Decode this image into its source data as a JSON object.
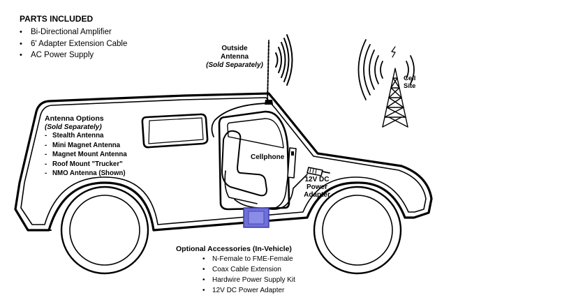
{
  "parts_included": {
    "title": "PARTS INCLUDED",
    "items": [
      "Bi-Directional Amplifier",
      "6' Adapter Extension Cable",
      "AC Power Supply"
    ]
  },
  "antenna_options": {
    "title": "Antenna Options",
    "subtitle": "(Sold Separately)",
    "items": [
      "Stealth Antenna",
      "Mini Magnet Antenna",
      "Magnet Mount Antenna",
      "Roof Mount \"Trucker\"",
      "NMO Antenna (Shown)"
    ]
  },
  "outside_antenna": {
    "line1": "Outside",
    "line2": "Antenna",
    "note": "(Sold Separately)"
  },
  "cell_site": {
    "line1": "Cell",
    "line2": "Site"
  },
  "cellphone_label": "Cellphone",
  "power_adapter": {
    "line1": "12V DC",
    "line2": "Power",
    "line3": "Adapter"
  },
  "optional_accessories": {
    "title": "Optional Accessories (In-Vehicle)",
    "items": [
      "N-Female to FME-Female",
      "Coax Cable Extension",
      "Hardwire Power Supply Kit",
      "12V DC Power Adapter"
    ]
  },
  "colors": {
    "line": "#000000",
    "amplifier": "#6f6fd6",
    "amplifier_dark": "#3c3ca8"
  },
  "icons": [
    "vehicle-outline",
    "outside-antenna-icon",
    "cell-tower-icon",
    "amplifier-icon",
    "cellphone-icon",
    "power-adapter-icon",
    "seat-icon"
  ]
}
